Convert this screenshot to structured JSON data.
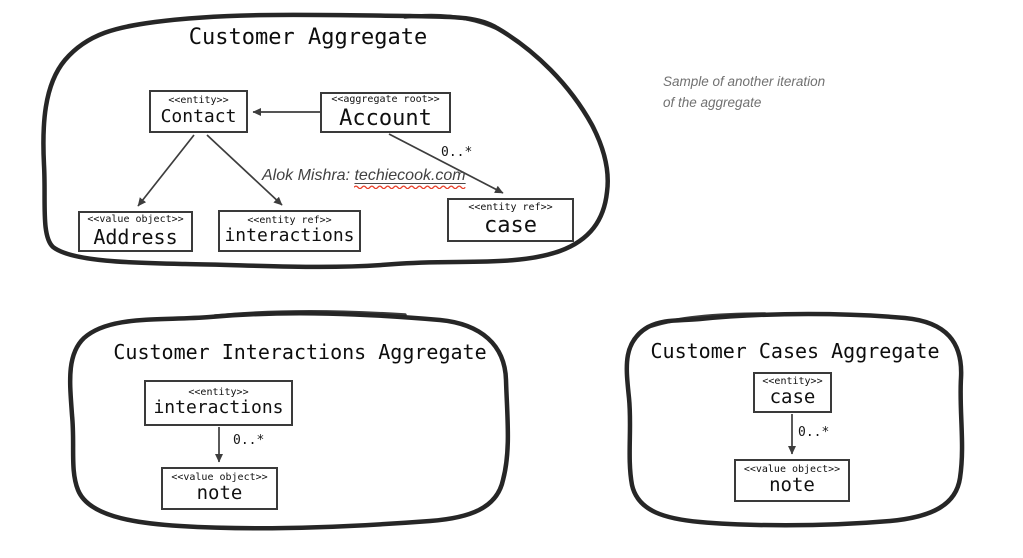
{
  "diagram": {
    "customer_aggregate": {
      "title": "Customer Aggregate",
      "contact": {
        "stereotype": "<<entity>>",
        "name": "Contact"
      },
      "account": {
        "stereotype": "<<aggregate root>>",
        "name": "Account"
      },
      "address": {
        "stereotype": "<<value object>>",
        "name": "Address"
      },
      "interactions": {
        "stereotype": "<<entity ref>>",
        "name": "interactions"
      },
      "case": {
        "stereotype": "<<entity ref>>",
        "name": "case"
      },
      "account_to_case_multiplicity": "0..*"
    },
    "interactions_aggregate": {
      "title": "Customer Interactions Aggregate",
      "interactions": {
        "stereotype": "<<entity>>",
        "name": "interactions"
      },
      "note": {
        "stereotype": "<<value object>>",
        "name": "note"
      },
      "multiplicity": "0..*"
    },
    "cases_aggregate": {
      "title": "Customer Cases Aggregate",
      "case": {
        "stereotype": "<<entity>>",
        "name": "case"
      },
      "note": {
        "stereotype": "<<value object>>",
        "name": "note"
      },
      "multiplicity": "0..*"
    },
    "annotation": {
      "line1": "Sample of another iteration",
      "line2": "of the aggregate"
    },
    "credit": {
      "prefix": "Alok Mishra: ",
      "link": "techiecook.com"
    }
  },
  "colors": {
    "background": "#ffffff",
    "blob_stroke": "#262626",
    "box_border": "#3a3a3a",
    "edge_line": "#3d3d3d",
    "text": "#101010",
    "annotation_text": "#717171",
    "credit_text": "#424242",
    "link_underline": "#4a4a4a",
    "spellcheck_wavy": "#e8402a"
  }
}
